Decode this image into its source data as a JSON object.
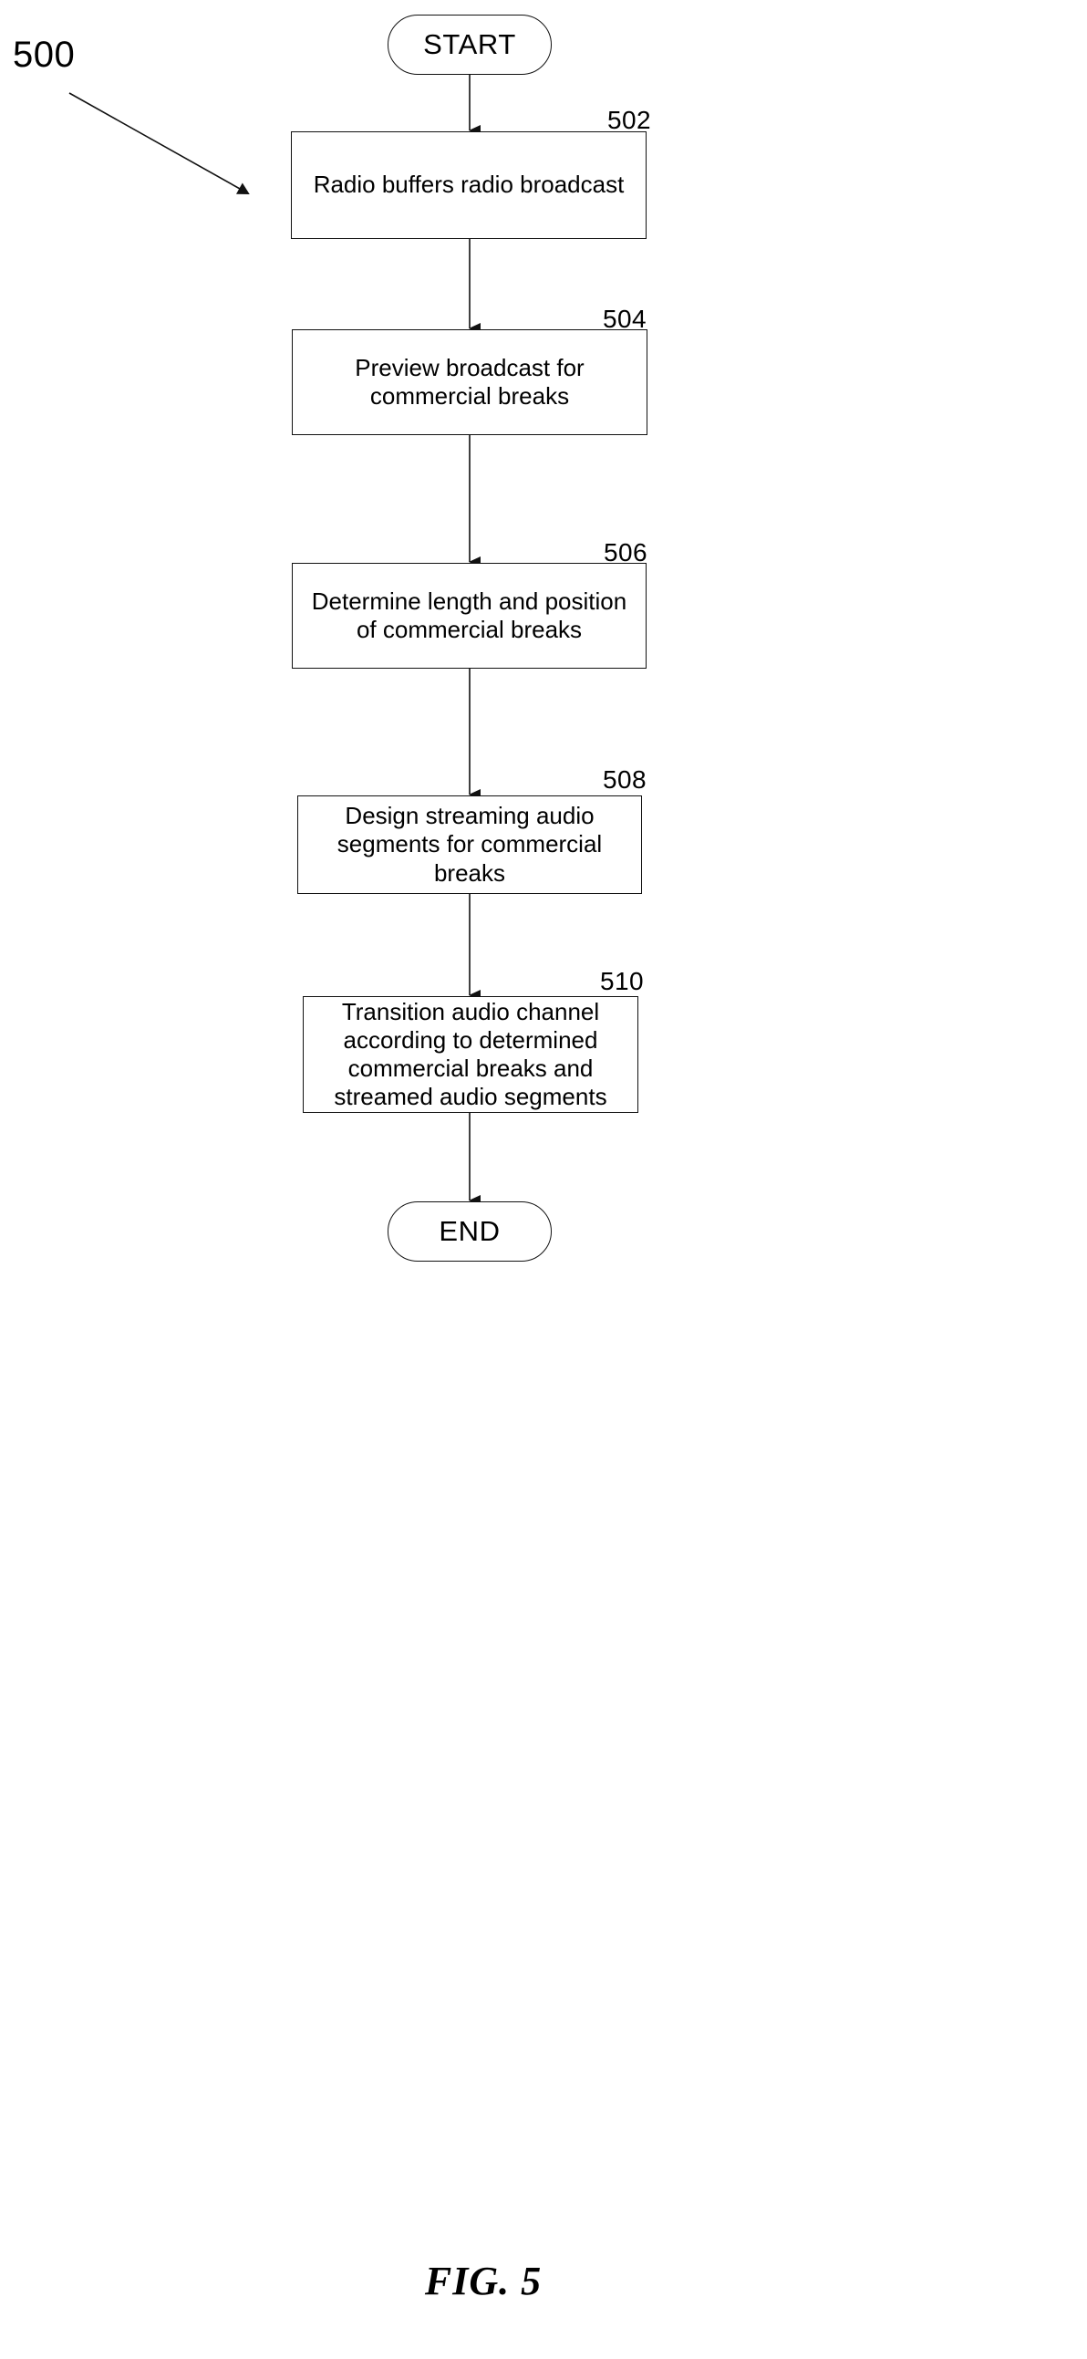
{
  "figure": {
    "caption": "FIG. 5",
    "diagram_reference": "500",
    "type": "flowchart"
  },
  "nodes": [
    {
      "id": "start",
      "shape": "terminator",
      "label": "START",
      "ref": ""
    },
    {
      "id": "502",
      "shape": "process",
      "label": "Radio buffers radio broadcast",
      "ref": "502"
    },
    {
      "id": "504",
      "shape": "process",
      "label": "Preview broadcast for commercial breaks",
      "ref": "504"
    },
    {
      "id": "506",
      "shape": "process",
      "label": "Determine length and position of commercial breaks",
      "ref": "506"
    },
    {
      "id": "508",
      "shape": "process",
      "label": "Design streaming audio segments for commercial breaks",
      "ref": "508"
    },
    {
      "id": "510",
      "shape": "process",
      "label": "Transition audio channel according to determined commercial breaks and streamed audio segments",
      "ref": "510"
    },
    {
      "id": "end",
      "shape": "terminator",
      "label": "END",
      "ref": ""
    }
  ],
  "edges": [
    {
      "from": "start",
      "to": "502",
      "arrow": "down"
    },
    {
      "from": "502",
      "to": "504",
      "arrow": "down"
    },
    {
      "from": "504",
      "to": "506",
      "arrow": "down"
    },
    {
      "from": "506",
      "to": "508",
      "arrow": "down"
    },
    {
      "from": "508",
      "to": "510",
      "arrow": "down"
    },
    {
      "from": "510",
      "to": "end",
      "arrow": "down"
    }
  ],
  "lead_line": {
    "label": "500",
    "description": "diagonal leader from reference numeral 500 to the flowchart"
  },
  "colors": {
    "background": "#ffffff",
    "stroke": "#111111",
    "text": "#000000"
  }
}
